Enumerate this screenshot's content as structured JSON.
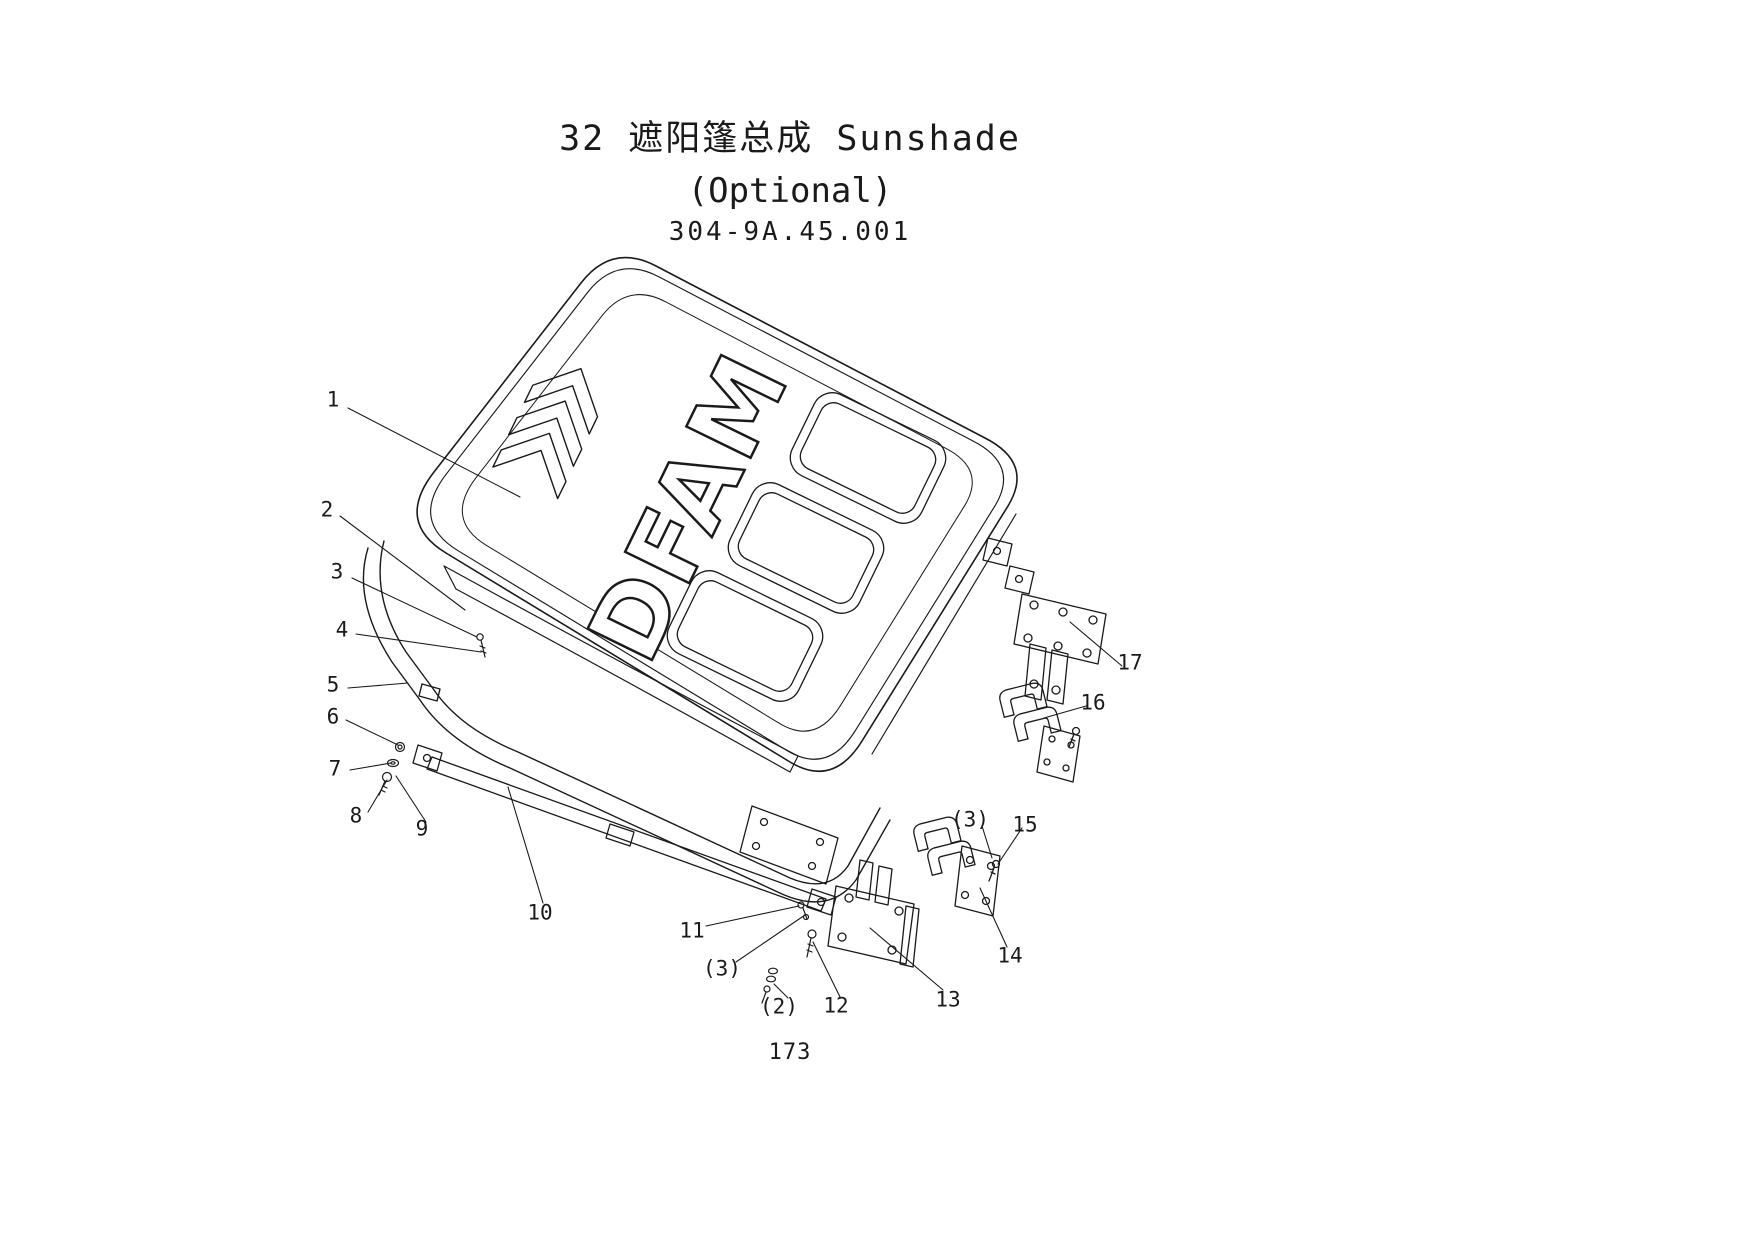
{
  "page": {
    "title": "32 遮阳篷总成 Sunshade",
    "subtitle": "(Optional)",
    "part_code": "304-9A.45.001",
    "page_number": "173"
  },
  "drawing": {
    "logo_text": "DFAM",
    "callouts": [
      {
        "label": "1"
      },
      {
        "label": "2"
      },
      {
        "label": "3"
      },
      {
        "label": "4"
      },
      {
        "label": "5"
      },
      {
        "label": "6"
      },
      {
        "label": "7"
      },
      {
        "label": "8"
      },
      {
        "label": "9"
      },
      {
        "label": "10"
      },
      {
        "label": "11"
      },
      {
        "label": "(3)"
      },
      {
        "label": "(2)"
      },
      {
        "label": "12"
      },
      {
        "label": "13"
      },
      {
        "label": "14"
      },
      {
        "label": "15"
      },
      {
        "label": "(3)"
      },
      {
        "label": "16"
      },
      {
        "label": "17"
      }
    ]
  }
}
